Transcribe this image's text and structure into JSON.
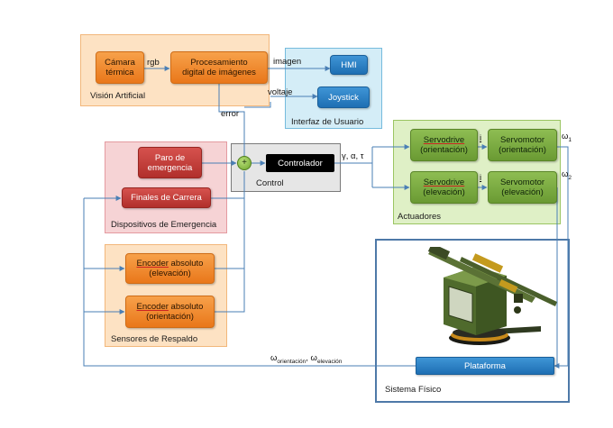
{
  "groups": {
    "vision": "Visión Artificial",
    "ui": "Interfaz de Usuario",
    "emergency": "Dispositivos de Emergencia",
    "control": "Control",
    "actuators": "Actuadores",
    "backup": "Sensores de Respaldo",
    "physical": "Sistema Físico"
  },
  "nodes": {
    "camera": [
      "Cámara",
      "térmica"
    ],
    "processing": [
      "Procesamiento",
      "digital de imágenes"
    ],
    "hmi": "HMI",
    "joystick": "Joystick",
    "emergency_stop": [
      "Paro de",
      "emergencia"
    ],
    "limit_switches": "Finales de Carrera",
    "controller": "Controlador",
    "servodrive_orientation": {
      "word": "Servodrive",
      "sub": "(orientación)"
    },
    "servodrive_elevation": {
      "word": "Servodrive",
      "sub": "(elevación)"
    },
    "servomotor_orientation": [
      "Servomotor",
      "(orientación)"
    ],
    "servomotor_elevation": [
      "Servomotor",
      "(elevación)"
    ],
    "encoder_elevation": {
      "word": "Encoder",
      "rest": " absoluto",
      "sub": "(elevación)"
    },
    "encoder_orientation": {
      "word": "Encoder",
      "rest": " absoluto",
      "sub": "(orientación)"
    },
    "platform": "Plataforma"
  },
  "signals": {
    "rgb": "rgb",
    "imagen": "imagen",
    "voltaje": "voltaje",
    "error": "error",
    "controller_out": "γ, α, τ",
    "current_1": "i",
    "current_2": "i",
    "omega": "ω",
    "omega_1_sub": "1",
    "omega_2_sub": "2",
    "feedback_orient": "orientación",
    "feedback_elev": "elevación",
    "sum_sign": "+"
  },
  "colors": {
    "orange": "#e9771a",
    "red": "#b12f2b",
    "green": "#6a9a33",
    "blue": "#1e6fb3",
    "line": "#4a7fb5"
  }
}
